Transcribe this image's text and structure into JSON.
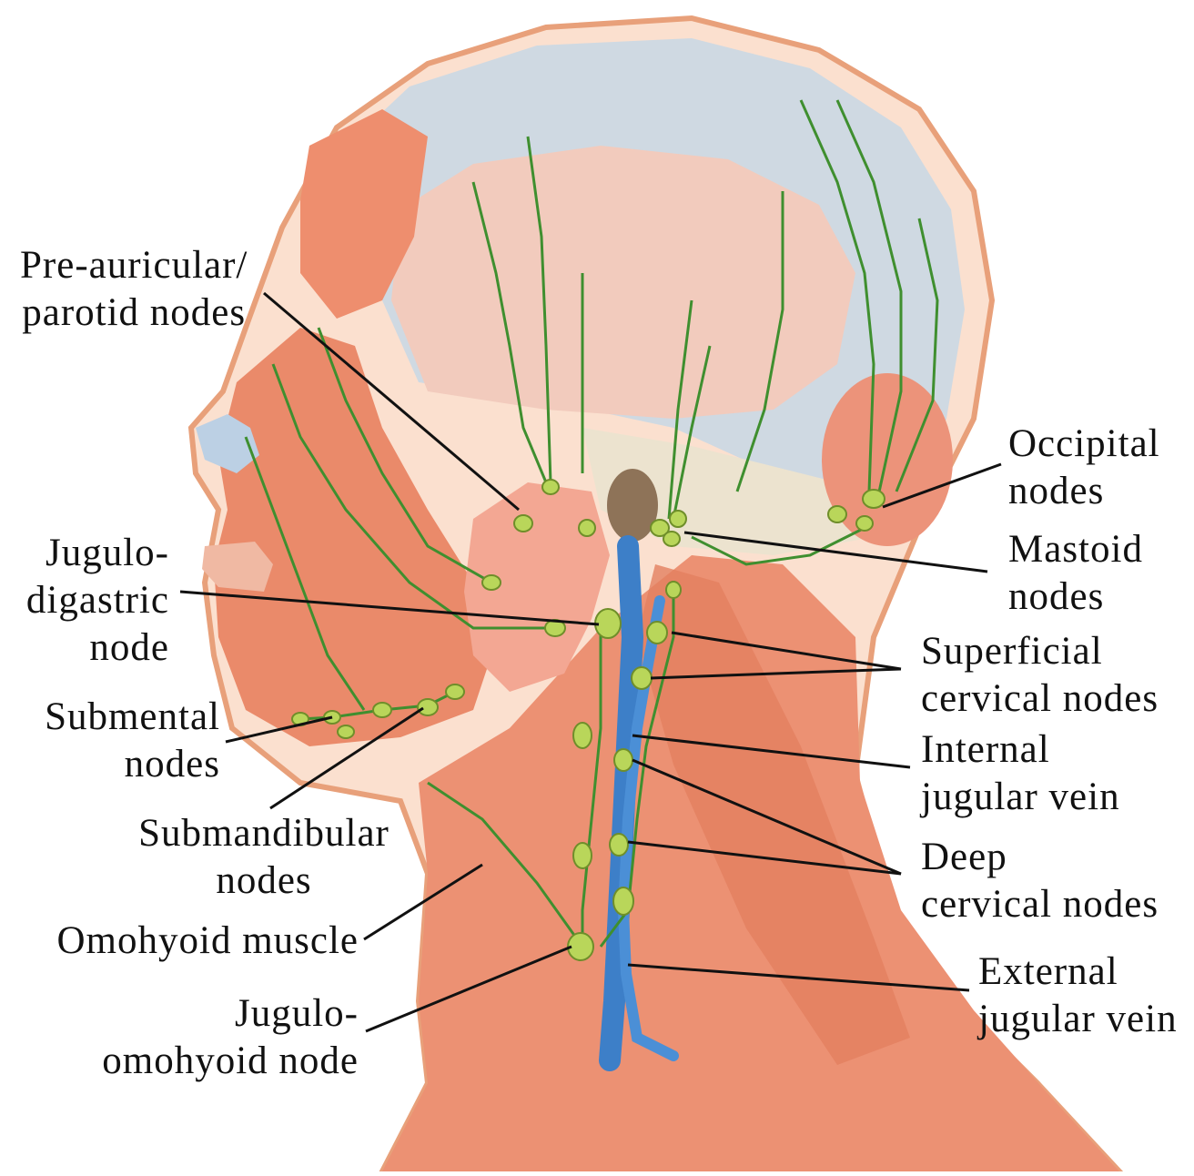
{
  "labels": {
    "preauricular": [
      "Pre-auricular/",
      "parotid nodes"
    ],
    "jugulodigastric": [
      "Jugulo-",
      "digastric",
      "node"
    ],
    "submental": [
      "Submental",
      "nodes"
    ],
    "submandibular": [
      "Submandibular",
      "nodes"
    ],
    "omohyoid_muscle": [
      "Omohyoid muscle"
    ],
    "juguloomohyoid": [
      "Jugulo-",
      "omohyoid node"
    ],
    "occipital": [
      "Occipital",
      "nodes"
    ],
    "mastoid": [
      "Mastoid",
      "nodes"
    ],
    "superficial_cervical": [
      "Superficial",
      "cervical nodes"
    ],
    "internal_jugular": [
      "Internal",
      "jugular vein"
    ],
    "deep_cervical": [
      "Deep",
      "cervical nodes"
    ],
    "external_jugular": [
      "External",
      "jugular vein"
    ]
  },
  "colors": {
    "skin_outline": "#e8a07a",
    "skin_fill": "#fbe3d4",
    "muscle": "#e98a6a",
    "muscle_dark": "#d26c4f",
    "skull_cap": "#c9d3dd",
    "bone": "#ece3cf",
    "lymph_vessel": "#3f8f2f",
    "lymph_node": "#b9d65a",
    "vein": "#3d7fc8",
    "leader_line": "#111111"
  }
}
